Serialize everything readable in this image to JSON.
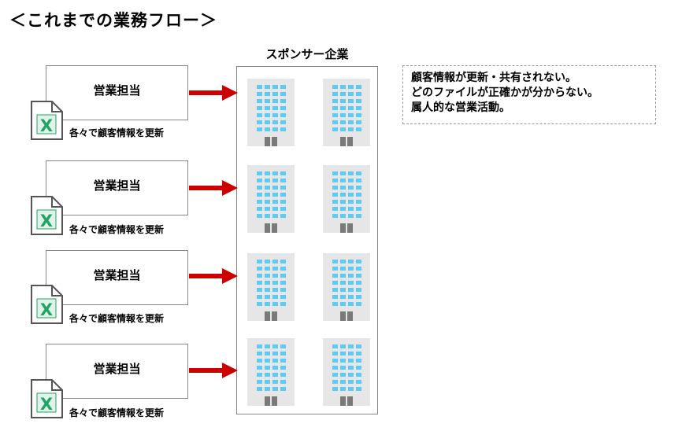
{
  "title": "＜これまでの業務フロー＞",
  "sponsor": {
    "label": "スポンサー企業"
  },
  "reps": [
    {
      "label": "営業担当",
      "caption": "各々で顧客情報を更新"
    },
    {
      "label": "営業担当",
      "caption": "各々で顧客情報を更新"
    },
    {
      "label": "営業担当",
      "caption": "各々で顧客情報を更新"
    },
    {
      "label": "営業担当",
      "caption": "各々で顧客情報を更新"
    }
  ],
  "notes": [
    "顧客情報が更新・共有されない。",
    "どのファイルが正確かが分からない。",
    "属人的な営業活動。"
  ],
  "colors": {
    "arrow": "#cc0000",
    "excel_green": "#21a366",
    "window_blue": "#5ccaf2",
    "building_gray": "#e6e6e6"
  },
  "icons": {
    "file": "excel-file-icon",
    "building": "office-building-icon",
    "arrow": "right-arrow-icon"
  }
}
